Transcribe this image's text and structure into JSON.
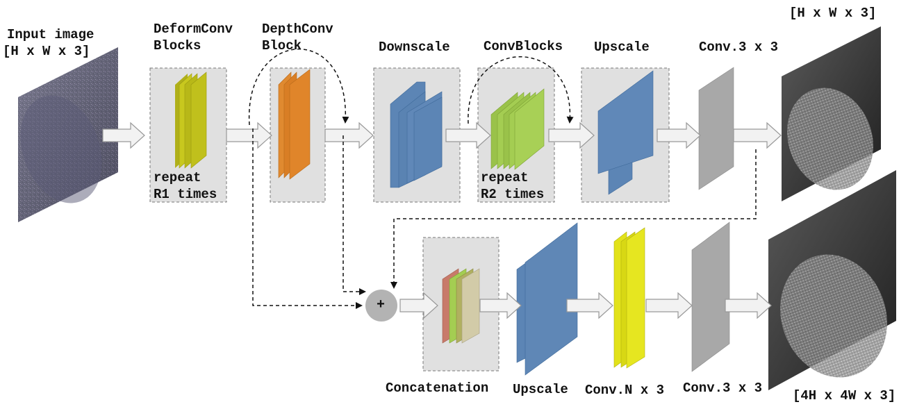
{
  "colors": {
    "block_bg": "#e0e0e0",
    "deform": "#c8c81e",
    "depth": "#e88a2e",
    "scale": "#5c85b5",
    "convblock": "#a4cd52",
    "grey_conv": "#a8a8a8",
    "yellow_conv": "#e2e21a"
  },
  "labels": {
    "input_title": "Input image",
    "input_dim": "[H x W x 3]",
    "deform_title_1": "DeformConv",
    "deform_title_2": "Blocks",
    "deform_repeat_1": "repeat",
    "deform_repeat_2": "R1 times",
    "depth_title_1": "DepthConv",
    "depth_title_2": "Block",
    "downscale": "Downscale",
    "convblocks": "ConvBlocks",
    "convblocks_repeat_1": "repeat",
    "convblocks_repeat_2": "R2 times",
    "upscale_top": "Upscale",
    "conv3_top": "Conv.3 x 3",
    "output_top_dim": "[H x W x 3]",
    "sum_symbol": "+",
    "concatenation": "Concatenation",
    "upscale_bottom": "Upscale",
    "convn": "Conv.N x 3",
    "conv3_bottom": "Conv.3 x 3",
    "output_bottom_dim": "[4H x 4W x 3]"
  }
}
